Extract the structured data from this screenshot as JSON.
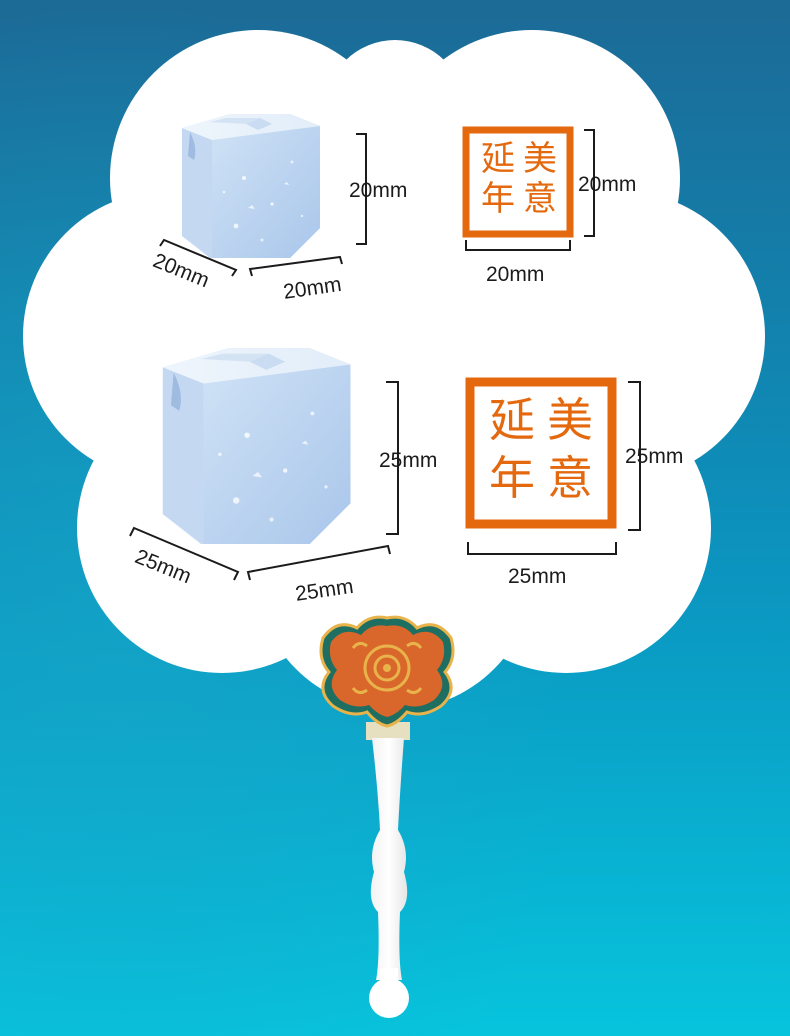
{
  "colors": {
    "background_top": "#1c6a96",
    "background_bottom": "#07c4dd",
    "fan_face": "#ffffff",
    "seal_orange": "#e4690e",
    "stone_blue": "#b9d3ee",
    "ornament_orange": "#d9662a",
    "ornament_green": "#1f6e62",
    "ornament_gold": "#e8b34a"
  },
  "stamps": {
    "seal_characters": "美意延年",
    "small": {
      "cube_height_label": "20mm",
      "cube_depth_label": "20mm",
      "cube_width_label": "20mm",
      "seal_height_label": "20mm",
      "seal_width_label": "20mm"
    },
    "large": {
      "cube_height_label": "25mm",
      "cube_depth_label": "25mm",
      "cube_width_label": "25mm",
      "seal_height_label": "25mm",
      "seal_width_label": "25mm"
    }
  },
  "icons": {
    "fan_ornament": "ruyi-cloud-ornament-icon",
    "fan_handle": "fan-handle"
  }
}
